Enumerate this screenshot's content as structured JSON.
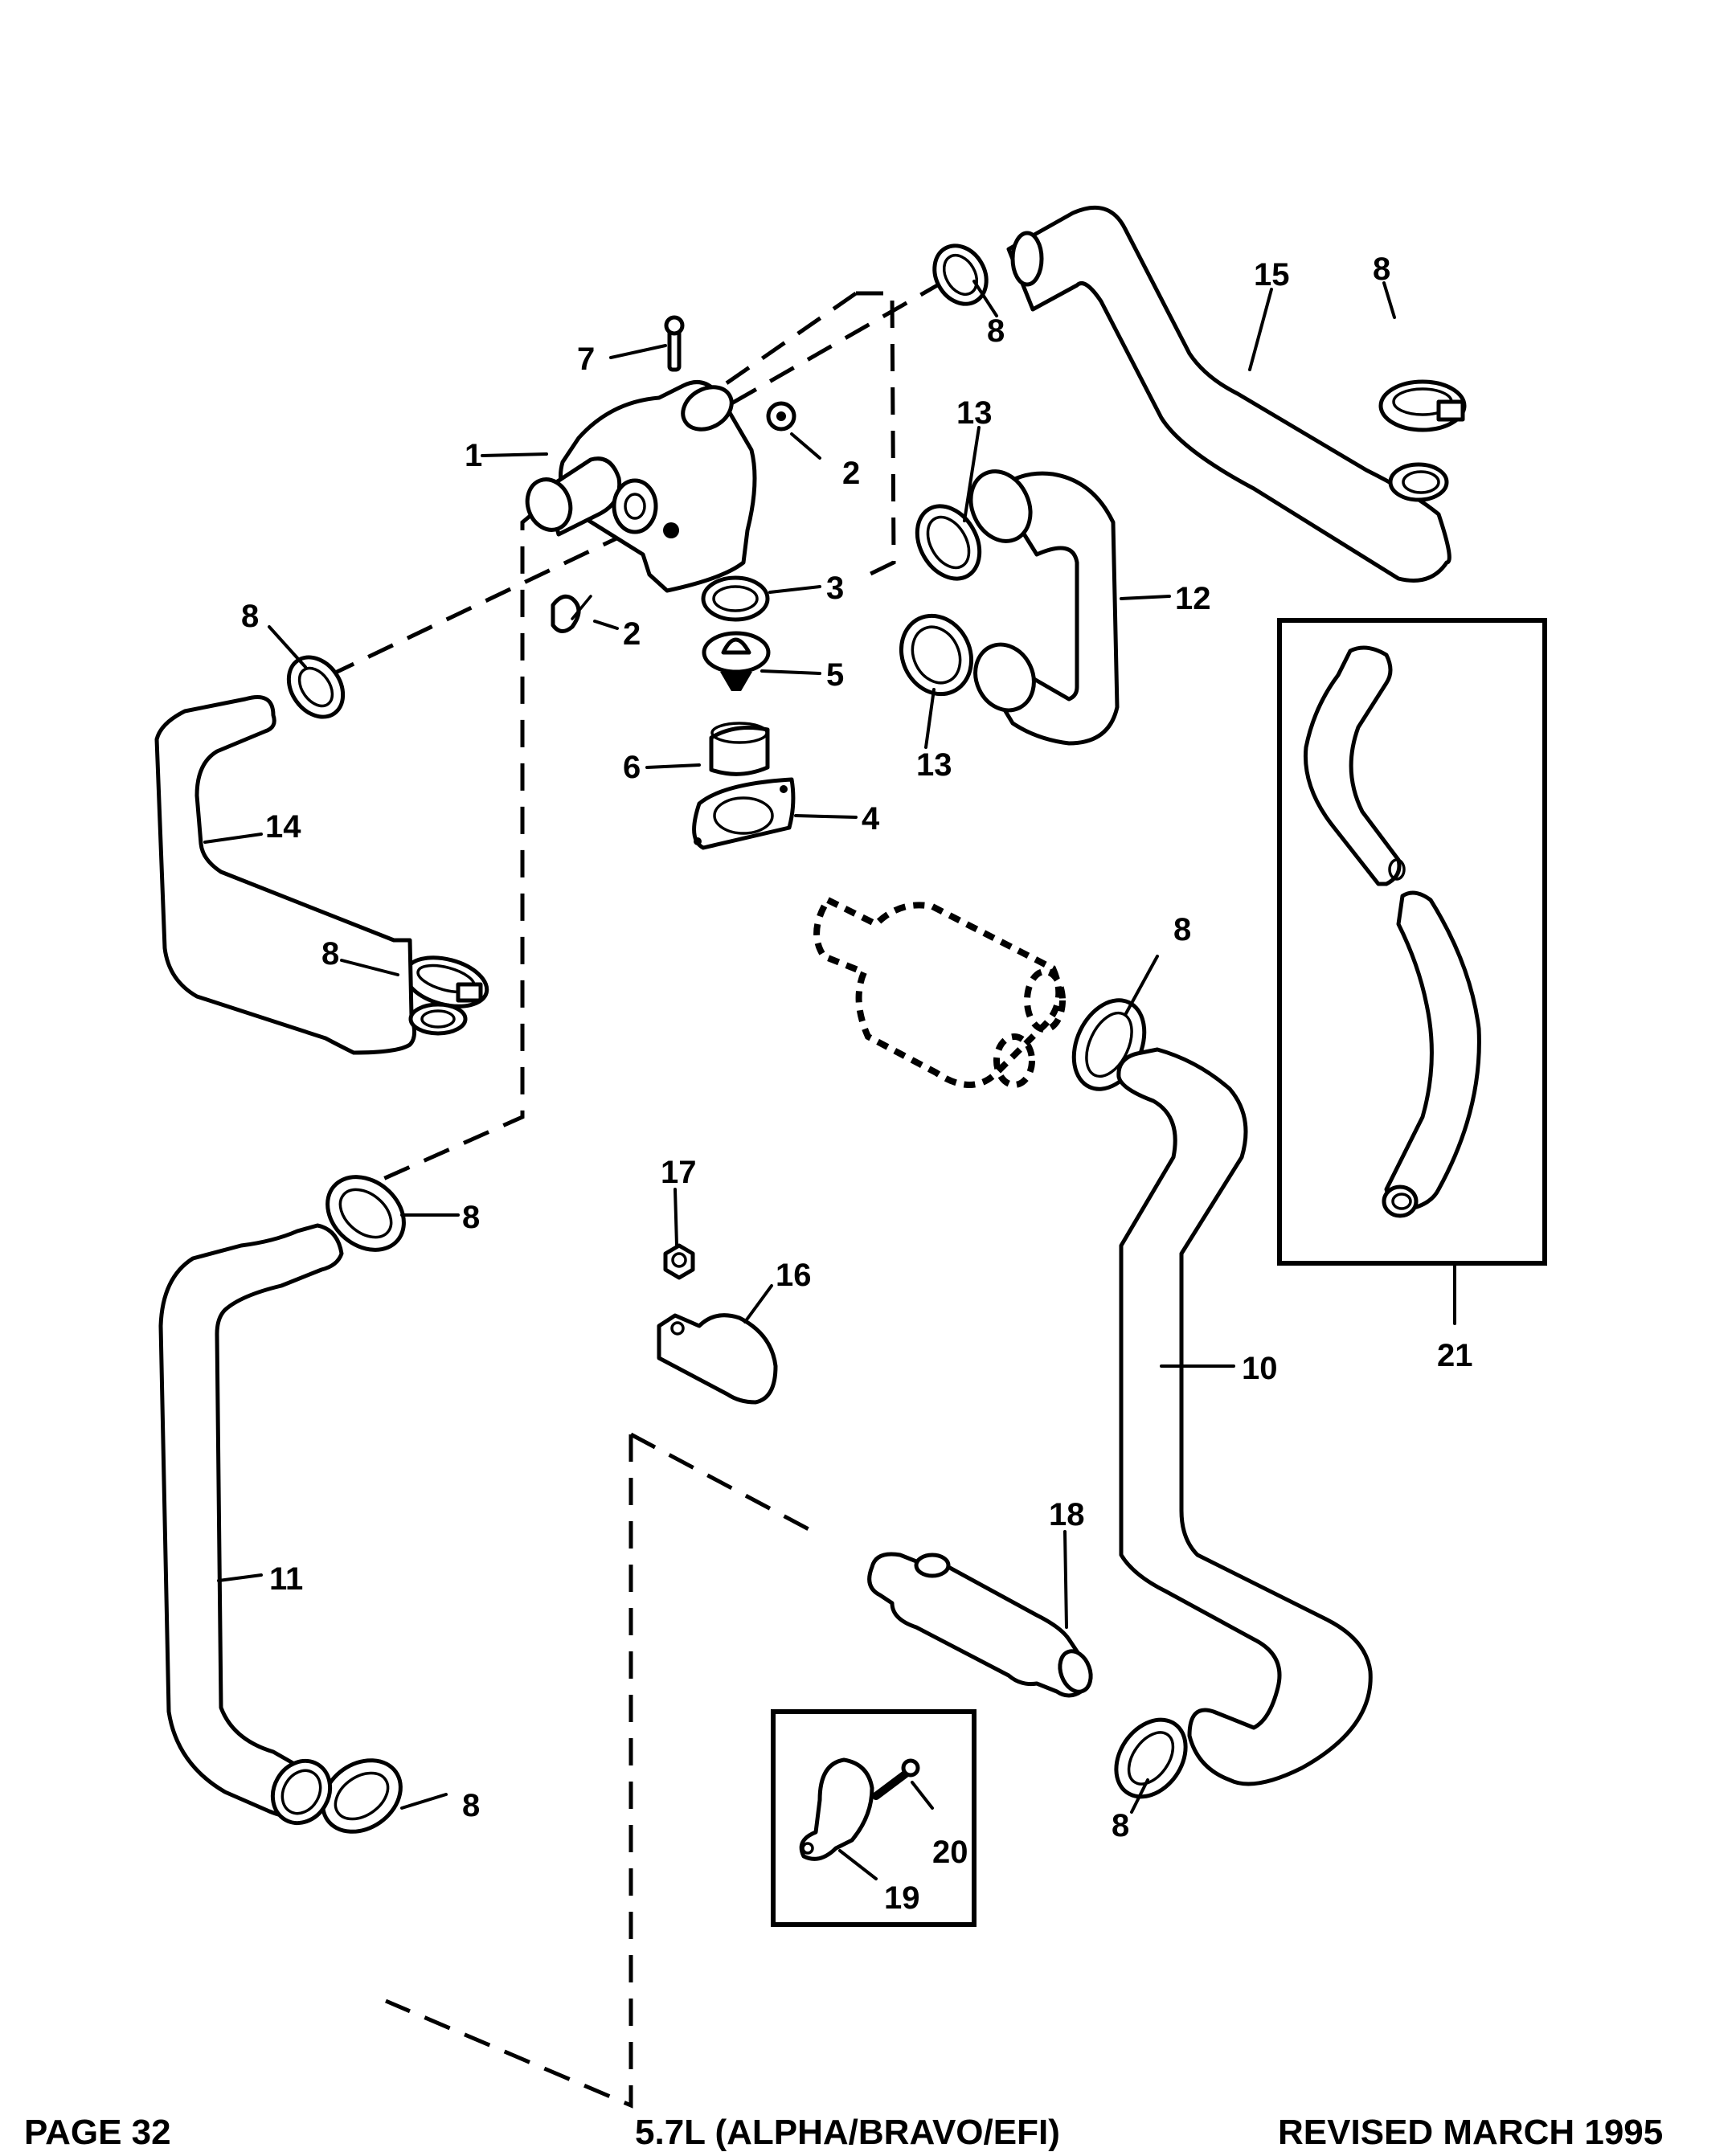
{
  "diagram": {
    "title": "Closed Cooling Hoses - 5.7L",
    "callouts": {
      "c1": "1",
      "c2a": "2",
      "c2b": "2",
      "c3": "3",
      "c4": "4",
      "c5": "5",
      "c6": "6",
      "c7": "7",
      "c8_top": "8",
      "c8_top_right": "8",
      "c8_left_upper": "8",
      "c8_left_lower": "8",
      "c8_mid": "8",
      "c8_left_bottom_top": "8",
      "c8_left_bottom": "8",
      "c8_right_bottom": "8",
      "c10": "10",
      "c11": "11",
      "c12": "12",
      "c13a": "13",
      "c13b": "13",
      "c14": "14",
      "c15": "15",
      "c16": "16",
      "c17": "17",
      "c18": "18",
      "c19": "19",
      "c20": "20",
      "c21": "21"
    },
    "parts": [
      {
        "ref": "1",
        "name": "thermostat-housing"
      },
      {
        "ref": "2",
        "name": "plug"
      },
      {
        "ref": "3",
        "name": "seal"
      },
      {
        "ref": "4",
        "name": "gasket"
      },
      {
        "ref": "5",
        "name": "thermostat"
      },
      {
        "ref": "6",
        "name": "sleeve"
      },
      {
        "ref": "7",
        "name": "screw"
      },
      {
        "ref": "8",
        "name": "hose-clamp"
      },
      {
        "ref": "10",
        "name": "hose"
      },
      {
        "ref": "11",
        "name": "hose"
      },
      {
        "ref": "12",
        "name": "hose"
      },
      {
        "ref": "13",
        "name": "hose-clamp"
      },
      {
        "ref": "14",
        "name": "hose"
      },
      {
        "ref": "15",
        "name": "hose"
      },
      {
        "ref": "16",
        "name": "clamp"
      },
      {
        "ref": "17",
        "name": "nut"
      },
      {
        "ref": "18",
        "name": "tube"
      },
      {
        "ref": "19",
        "name": "clamp"
      },
      {
        "ref": "20",
        "name": "screw"
      },
      {
        "ref": "21",
        "name": "hose-kit"
      }
    ]
  },
  "footer": {
    "page": "PAGE 32",
    "model": "5.7L (ALPHA/BRAVO/EFI)",
    "revision": "REVISED MARCH 1995"
  }
}
